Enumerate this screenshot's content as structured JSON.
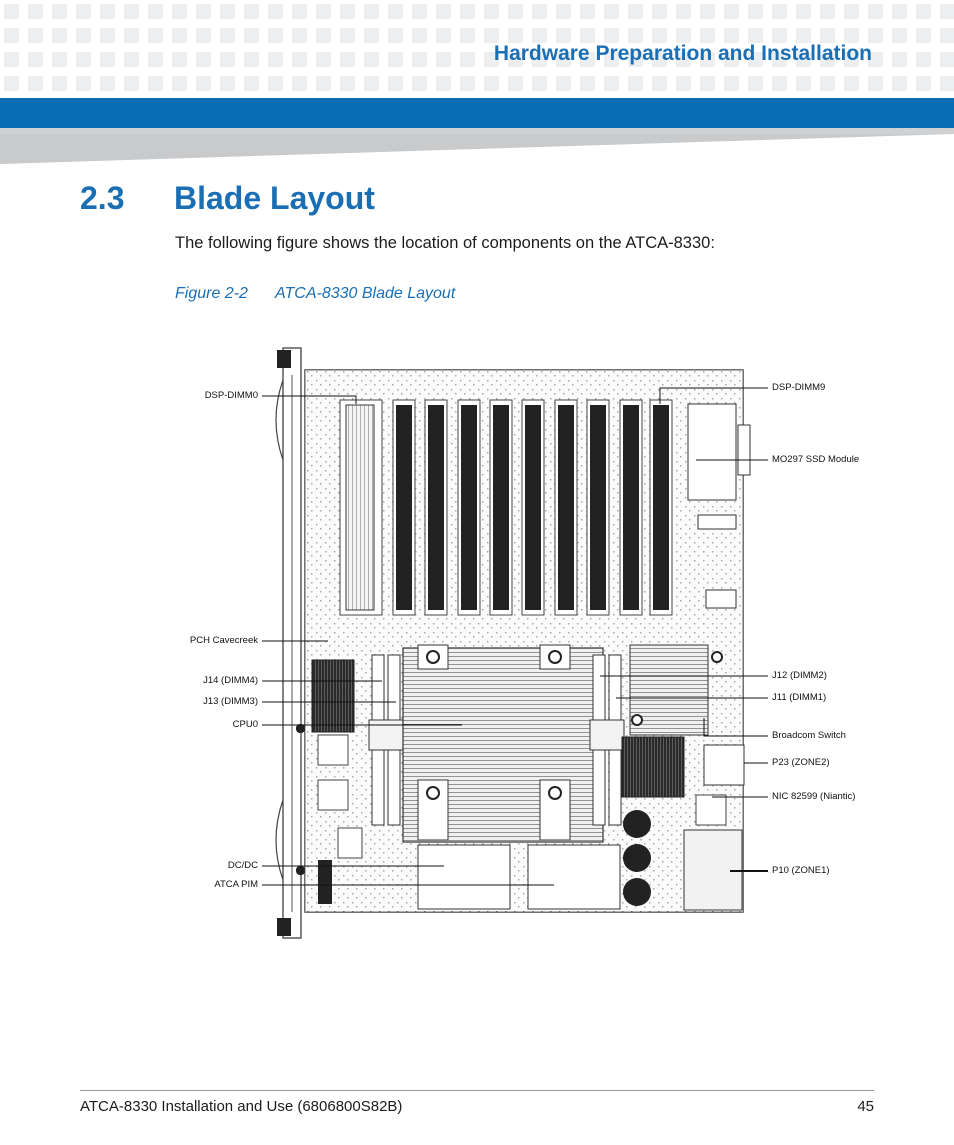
{
  "header": {
    "section_title": "Hardware Preparation and Installation"
  },
  "heading": {
    "number": "2.3",
    "title": "Blade Layout"
  },
  "intro": "The following figure shows the location of components on the ATCA-8330:",
  "figure": {
    "number": "Figure 2-2",
    "title": "ATCA-8330 Blade Layout",
    "labels_left": [
      "DSP-DIMM0",
      "PCH Cavecreek",
      "J14 (DIMM4)",
      "J13 (DIMM3)",
      "CPU0",
      "DC/DC",
      "ATCA PIM"
    ],
    "labels_right": [
      "DSP-DIMM9",
      "MO297 SSD Module",
      "J12 (DIMM2)",
      "J11 (DIMM1)",
      "Broadcom Switch",
      "P23 (ZONE2)",
      "NIC 82599 (Niantic)",
      "P10 (ZONE1)"
    ]
  },
  "footer": {
    "doc": "ATCA-8330 Installation and Use (6806800S82B)",
    "page": "45"
  }
}
